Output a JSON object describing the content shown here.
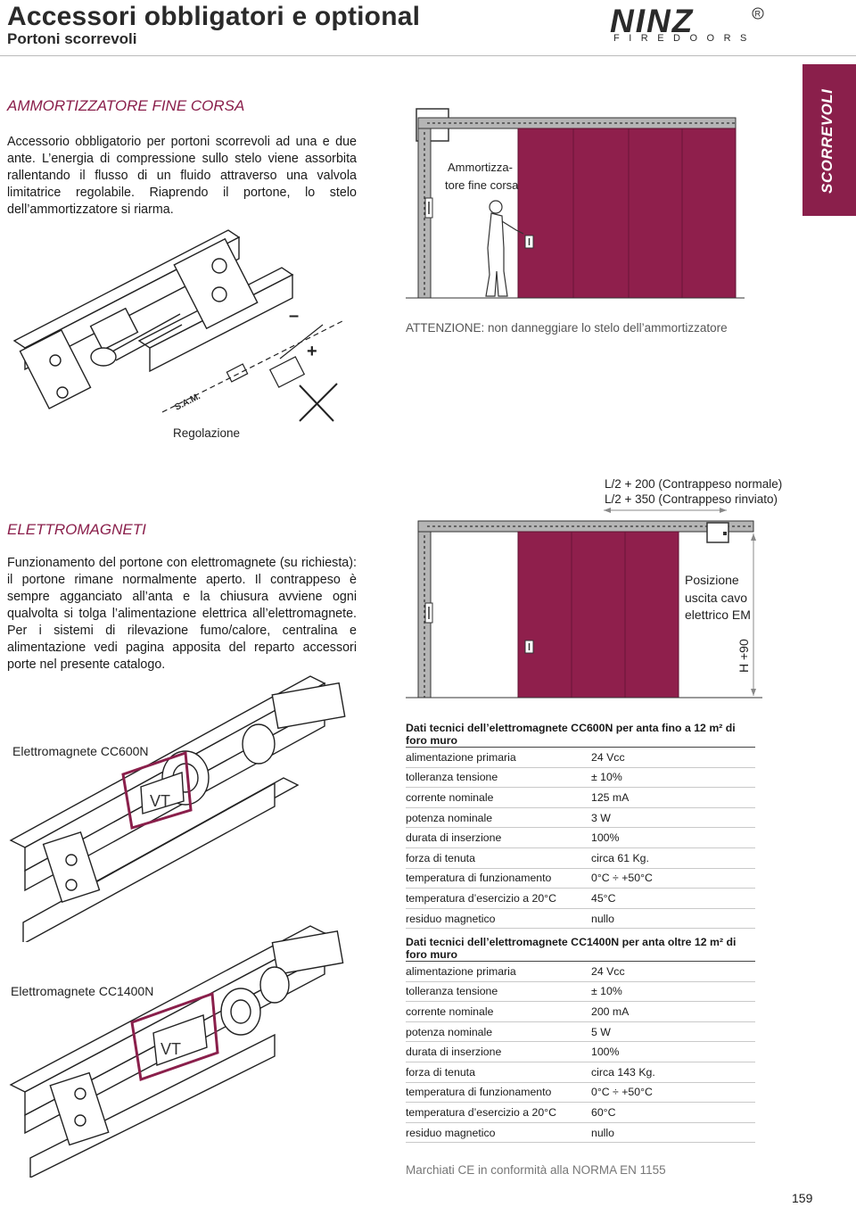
{
  "header": {
    "title": "Accessori obbligatori e optional",
    "subtitle": "Portoni scorrevoli",
    "logo_text": "NINZ",
    "logo_subtext": "FIREDOORS"
  },
  "side_tab": {
    "label": "SCORREVOLI",
    "color": "#8a1f4b"
  },
  "colors": {
    "accent": "#8a1f4b",
    "door_panel": "#8f1f4c",
    "frame": "#b5b5b5"
  },
  "section1": {
    "heading": "AMMORTIZZATORE FINE CORSA",
    "body": "Accessorio obbligatorio per portoni scorrevoli ad una e due ante. L’energia di compressione sullo stelo viene assorbita rallentando il flusso di un fluido attraverso una valvola limitatrice regolabile. Riaprendo il portone, lo stelo dell’ammortizzatore si riarma.",
    "diagram_label_line1": "Ammortizza-",
    "diagram_label_line2": "tore fine corsa",
    "warning_label": "ATTENZIONE:",
    "warning_text": "non danneggiare lo stelo dell’ammortizzatore",
    "adjust_caption": "Regolazione",
    "minus_sign": "–",
    "plus_sign": "+",
    "sam_label": "S.A.M."
  },
  "section2": {
    "heading": "ELETTROMAGNETI",
    "body": "Funzionamento del portone con elettromagnete (su richiesta): il portone rimane normalmente aperto. Il contrappeso è sempre agganciato all’anta e la chiusura avviene ogni qualvolta si tolga l’alimentazione elettrica all’elettromagnete. Per i sistemi di rilevazione fumo/calore, centralina e alimentazione vedi pagina apposita del reparto accessori porte nel presente catalogo.",
    "dim_line1": "L/2 + 200 (Contrappeso normale)",
    "dim_line2": "L/2 + 350 (Contrappeso rinviato)",
    "pos_line1": "Posizione",
    "pos_line2": "uscita cavo",
    "pos_line3": "elettrico EM",
    "height_label": "H +90"
  },
  "products": [
    {
      "name": "Elettromagnete CC600N",
      "device_label": "VT",
      "table_title": "Dati tecnici dell’elettromagnete CC600N per anta fino a 12 m² di foro muro",
      "rows": [
        [
          "alimentazione primaria",
          "24 Vcc"
        ],
        [
          "tolleranza tensione",
          "± 10%"
        ],
        [
          "corrente nominale",
          "125 mA"
        ],
        [
          "potenza nominale",
          "3 W"
        ],
        [
          "durata di inserzione",
          "100%"
        ],
        [
          "forza di tenuta",
          "circa 61 Kg."
        ],
        [
          "temperatura di funzionamento",
          "0°C ÷ +50°C"
        ],
        [
          "temperatura d’esercizio a 20°C",
          "45°C"
        ],
        [
          "residuo magnetico",
          "nullo"
        ]
      ]
    },
    {
      "name": "Elettromagnete CC1400N",
      "device_label": "VT",
      "table_title": "Dati tecnici dell’elettromagnete CC1400N per anta oltre 12 m² di foro muro",
      "rows": [
        [
          "alimentazione primaria",
          "24 Vcc"
        ],
        [
          "tolleranza tensione",
          "± 10%"
        ],
        [
          "corrente nominale",
          "200 mA"
        ],
        [
          "potenza nominale",
          "5 W"
        ],
        [
          "durata di inserzione",
          "100%"
        ],
        [
          "forza di tenuta",
          "circa 143 Kg."
        ],
        [
          "temperatura di funzionamento",
          "0°C ÷ +50°C"
        ],
        [
          "temperatura d’esercizio a 20°C",
          "60°C"
        ],
        [
          "residuo magnetico",
          "nullo"
        ]
      ]
    }
  ],
  "footer": {
    "ce_note": "Marchiati CE in conformità alla NORMA EN 1155",
    "page_number": "159"
  }
}
